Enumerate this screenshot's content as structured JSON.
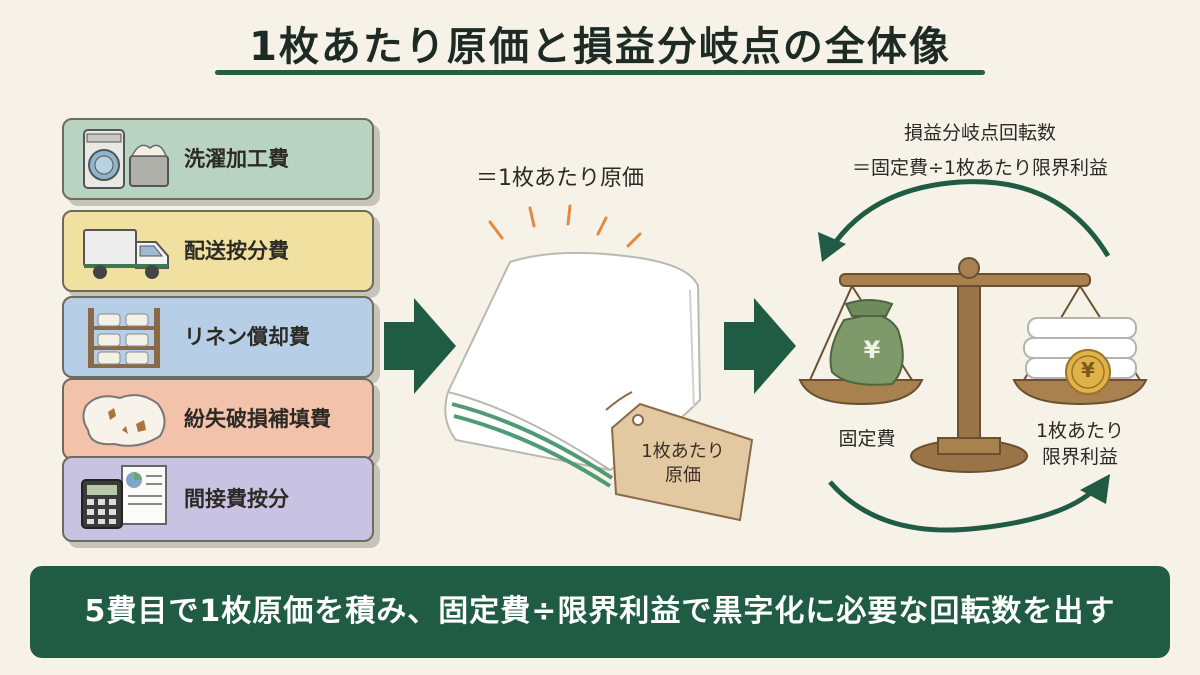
{
  "title": "1枚あたり原価と損益分岐点の全体像",
  "cost_blocks": [
    {
      "label": "洗濯加工費",
      "icon": "washing-machine-icon",
      "color": "#b9d3c2"
    },
    {
      "label": "配送按分費",
      "icon": "delivery-truck-icon",
      "color": "#f1e1a0"
    },
    {
      "label": "リネン償却費",
      "icon": "linen-shelf-icon",
      "color": "#b7cfe6"
    },
    {
      "label": "紛失破損補填費",
      "icon": "damaged-cloth-icon",
      "color": "#f2c2aa"
    },
    {
      "label": "間接費按分",
      "icon": "calculator-document-icon",
      "color": "#c8c3e3"
    }
  ],
  "middle": {
    "cost_label": "＝1枚あたり原価",
    "tag_line1": "1枚あたり",
    "tag_line2": "原価"
  },
  "right": {
    "formula_line1": "損益分岐点回転数",
    "formula_line2": "＝固定費÷1枚あたり限界利益",
    "left_pan_label": "固定費",
    "right_pan_label_line1": "1枚あたり",
    "right_pan_label_line2": "限界利益",
    "yen_symbol": "¥"
  },
  "banner": {
    "text": "5費目で1枚原価を積み、固定費÷限界利益で黒字化に必要な回転数を出す"
  },
  "colors": {
    "accent_green": "#205c43",
    "background": "#f6f2e8"
  }
}
